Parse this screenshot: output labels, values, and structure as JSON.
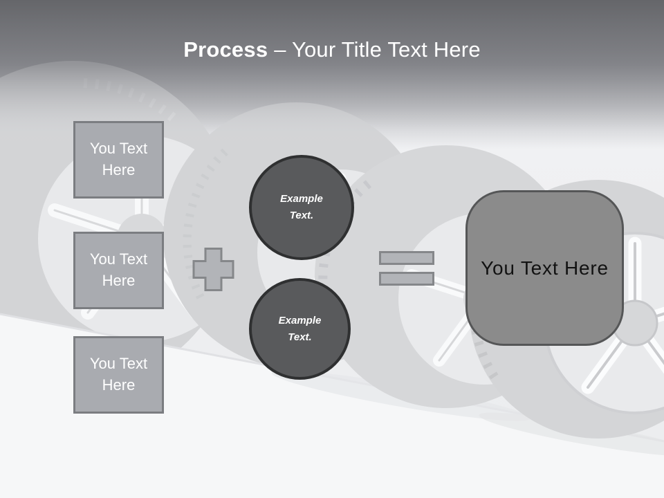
{
  "slide": {
    "title": {
      "bold": "Process",
      "rest": "– Your Title Text Here"
    },
    "left_boxes": [
      {
        "label": "You Text Here"
      },
      {
        "label": "You Text Here"
      },
      {
        "label": "You Text Here"
      }
    ],
    "operators": {
      "plus_glyph": "+",
      "equals_glyph": "="
    },
    "example_circles": [
      {
        "label": "Example Text."
      },
      {
        "label": "Example Text."
      }
    ],
    "result_box": {
      "label": "You Text Here"
    },
    "colors": {
      "header_gradient_top": "#65666a",
      "header_gradient_bottom": "#f0f1f3",
      "title_text": "#ffffff",
      "placeholder_fill": "#a9abb0",
      "placeholder_border": "#7b7d81",
      "placeholder_text": "#ffffff",
      "operator_fill": "#b2b4b8",
      "operator_border": "#85878a",
      "circle_fill": "#595a5c",
      "circle_border": "#2f3031",
      "circle_text": "#ffffff",
      "result_fill": "#8b8b8b",
      "result_border": "#555657",
      "result_text": "#121212",
      "floor_fill": "#f6f7f8",
      "tire_fill": "#d3d4d6"
    }
  }
}
